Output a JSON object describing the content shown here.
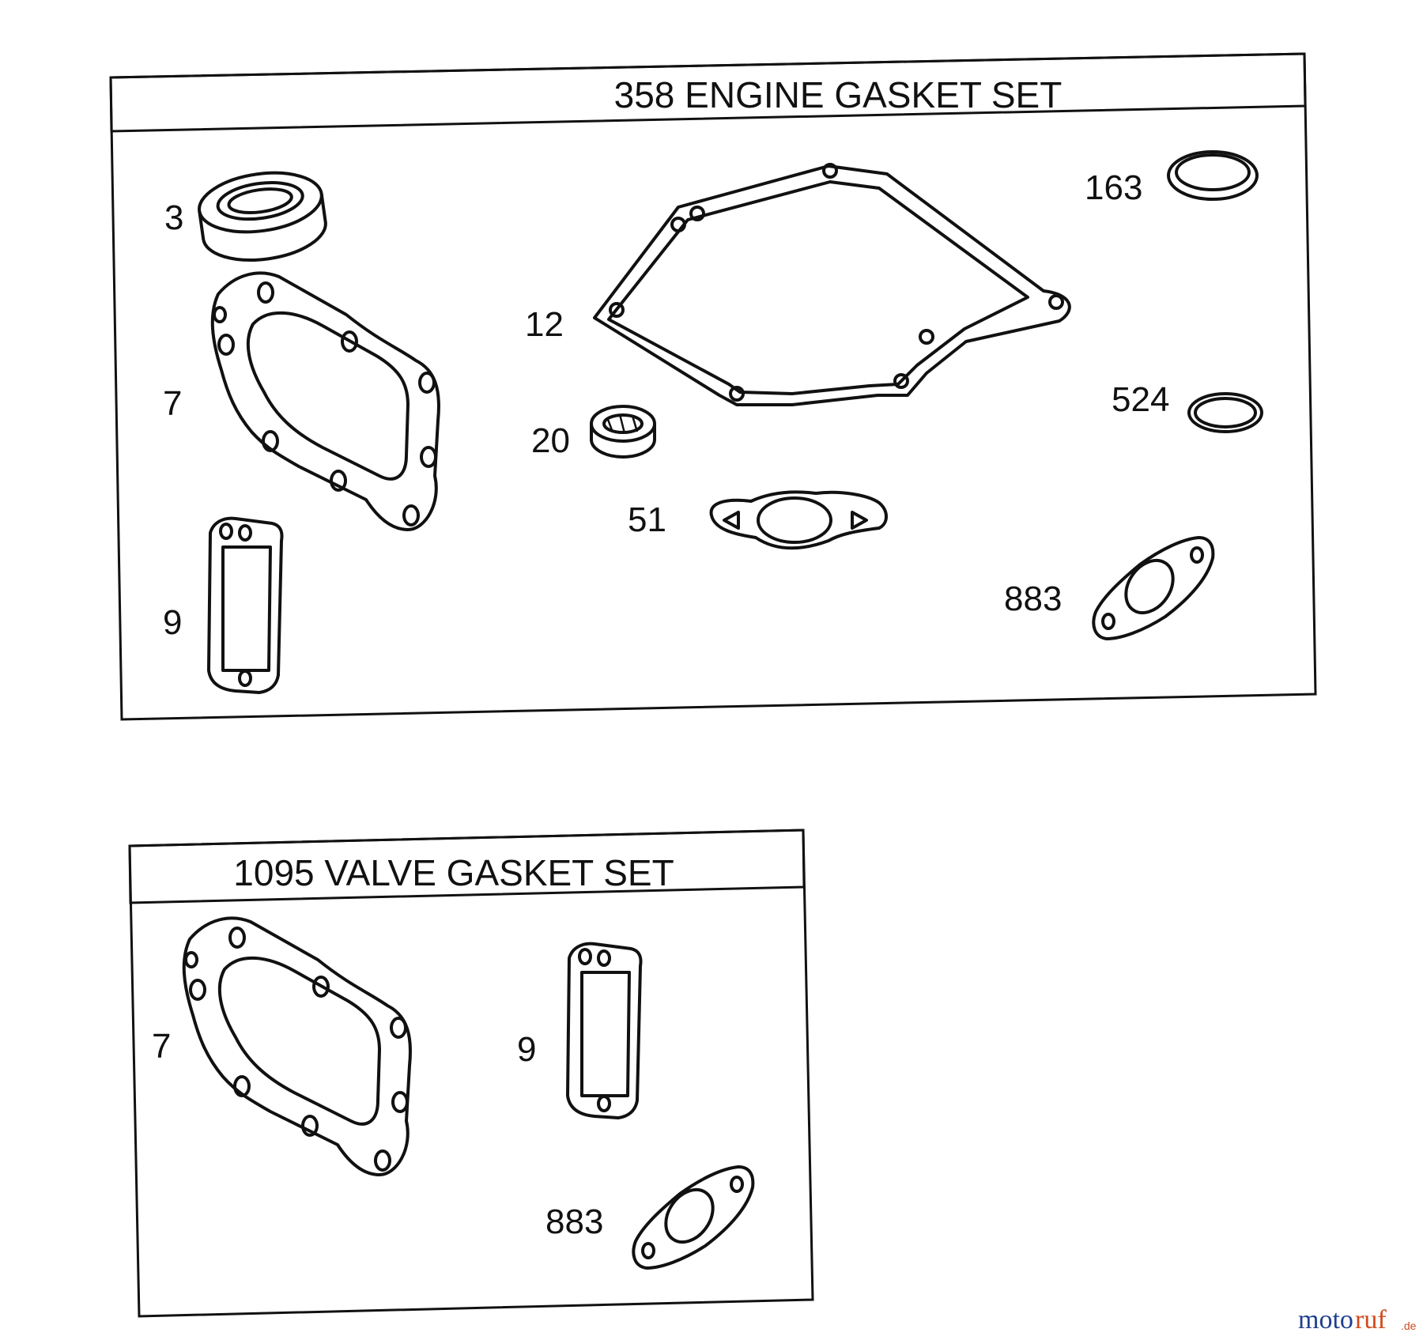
{
  "engine_set": {
    "title": "358 ENGINE GASKET SET",
    "callouts": {
      "seal_3": "3",
      "head_gasket_7": "7",
      "intake_gasket_9": "9",
      "crankcase_gasket_12": "12",
      "seal_20": "20",
      "gasket_51": "51",
      "ring_163": "163",
      "ring_524": "524",
      "gasket_883": "883"
    }
  },
  "valve_set": {
    "title": "1095 VALVE GASKET SET",
    "callouts": {
      "head_gasket_7": "7",
      "intake_gasket_9": "9",
      "gasket_883": "883"
    }
  },
  "watermark": {
    "part1": "moto",
    "part2": "ruf",
    "suffix": ".de"
  }
}
